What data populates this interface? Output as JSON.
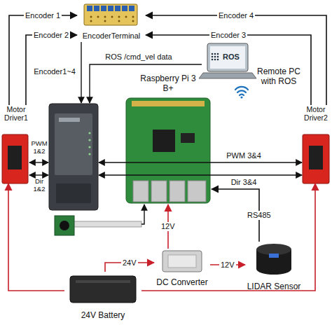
{
  "diagram": {
    "nodes": [
      {
        "text": [
          "EncoderTerminal"
        ]
      },
      {
        "text": [
          "Remote PC with ROS"
        ]
      },
      {
        "text": [
          "Raspberry Pi 3 B+"
        ]
      },
      {
        "text": [
          "Motor Driver1"
        ]
      },
      {
        "text": [
          "Motor Driver2"
        ]
      },
      {
        "text": [
          "DC Converter"
        ]
      },
      {
        "text": [
          "LIDAR Sensor"
        ]
      },
      {
        "text": [
          "24V Battery"
        ]
      }
    ],
    "edges": [
      {
        "from": 3,
        "to": 0,
        "label": "Encoder 1",
        "arrow": "to"
      },
      {
        "from": 3,
        "to": 0,
        "label": "Encoder 2",
        "arrow": "to"
      },
      {
        "from": 4,
        "to": 0,
        "label": "Encoder 4",
        "arrow": "to"
      },
      {
        "from": 4,
        "to": 0,
        "label": "Encoder 3",
        "arrow": "to"
      },
      {
        "from": 7,
        "to": 5,
        "label": "24V",
        "arrow": "to"
      },
      {
        "from": 5,
        "to": 2,
        "label": "12V",
        "arrow": "to"
      },
      {
        "from": 5,
        "to": 6,
        "label": "12V",
        "arrow": "to"
      },
      {
        "from": 6,
        "to": 2,
        "label": "RS485",
        "arrow": "to"
      },
      {
        "from": 7,
        "to": 3,
        "arrow": "to"
      },
      {
        "from": 7,
        "to": 4,
        "arrow": "to"
      }
    ],
    "labels": [
      "Encoder1~4",
      "ROS /cmd_vel data",
      "ROS",
      "PWM 1&2",
      "Dir 1&2",
      "PWM 3&4",
      "Dir 3&4"
    ]
  }
}
